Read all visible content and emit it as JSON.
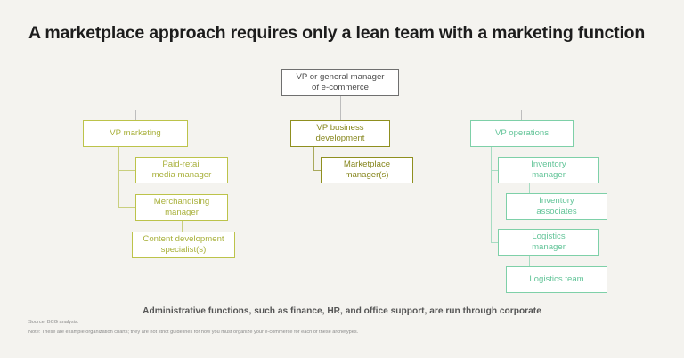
{
  "slide": {
    "title": "A marketplace approach requires only a lean team with a marketing function",
    "admin_note": "Administrative functions, such as finance, HR, and office support, are run through corporate",
    "source": "Source: BCG analysis.",
    "note": "Note: These are example organization charts; they are not strict guidelines for how you must organize your e-commerce for each of these archetypes."
  },
  "colors": {
    "background": "#f4f3ef",
    "title": "#1c1c1c",
    "root_border": "#6f6f6f",
    "marketing": "#bcc34a",
    "business_development": "#8f8f1f",
    "operations": "#7ed0a8",
    "connector_gray": "#bdbdbd"
  },
  "chart": {
    "root": {
      "label": "VP or general manager\nof e-commerce"
    },
    "branches": [
      {
        "id": "marketing",
        "head": "VP marketing",
        "children": [
          {
            "label": "Paid-retail\nmedia manager"
          },
          {
            "label": "Merchandising\nmanager",
            "children": [
              {
                "label": "Content development\nspecialist(s)"
              }
            ]
          }
        ]
      },
      {
        "id": "business-development",
        "head": "VP business\ndevelopment",
        "children": [
          {
            "label": "Marketplace\nmanager(s)"
          }
        ]
      },
      {
        "id": "operations",
        "head": "VP operations",
        "children": [
          {
            "label": "Inventory\nmanager",
            "children": [
              {
                "label": "Inventory\nassociates"
              }
            ]
          },
          {
            "label": "Logistics\nmanager",
            "children": [
              {
                "label": "Logistics team"
              }
            ]
          }
        ]
      }
    ]
  }
}
